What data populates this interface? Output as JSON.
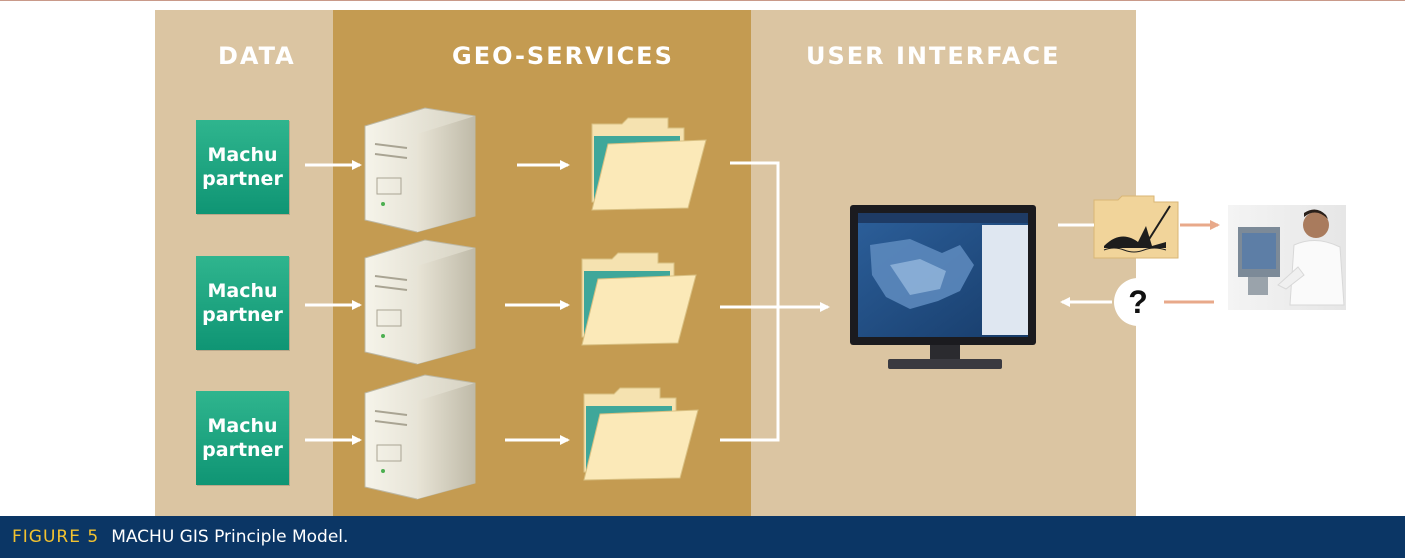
{
  "columns": {
    "data": "DATA",
    "geo_services": "GEO-SERVICES",
    "user_interface": "USER INTERFACE"
  },
  "partners": [
    {
      "line1": "Machu",
      "line2": "partner"
    },
    {
      "line1": "Machu",
      "line2": "partner"
    },
    {
      "line1": "Machu",
      "line2": "partner"
    }
  ],
  "query_symbol": "?",
  "caption": {
    "number": "FIGURE 5",
    "text": "MACHU GIS Principle Model."
  },
  "colors": {
    "data_column": "#dbc5a2",
    "geo_column": "#c49b51",
    "partner_box": "#14a07d",
    "caption_bar": "#0b3665",
    "caption_number": "#f2c230"
  }
}
